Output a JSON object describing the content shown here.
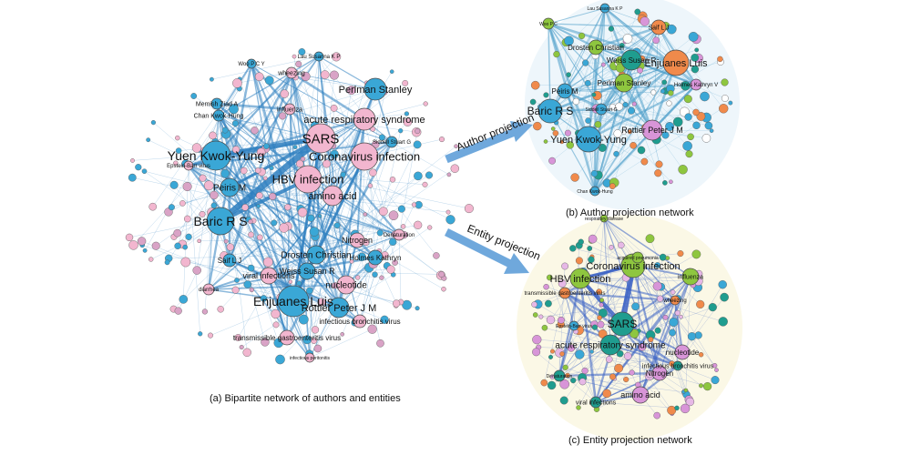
{
  "captions": {
    "a": "(a) Bipartite network of authors and entities",
    "b": "(b) Author projection network",
    "c": "(c) Entity projection network"
  },
  "arrows": {
    "author": "Author projection",
    "entity": "Entity projection"
  },
  "colors": {
    "author_node": "#3aa7d6",
    "entity_node": "#f2b6cf",
    "author_edge": "#2e7fbf",
    "entity_edge": "#3b62c4",
    "arrow": "#6fa8dc",
    "green_node": "#8ec63f",
    "orange_node": "#f08a4b",
    "teal_node": "#1f9d8f",
    "violet_node": "#d895d8",
    "bg_c": "#fbf8e6",
    "bg_b": "#eef6fb"
  },
  "panel_a": {
    "labels": [
      {
        "text": "SARS",
        "size": 15
      },
      {
        "text": "Coronavirus infection",
        "size": 13
      },
      {
        "text": "acute respiratory syndrome",
        "size": 11
      },
      {
        "text": "HBV infection",
        "size": 13
      },
      {
        "text": "amino acid",
        "size": 11
      },
      {
        "text": "Yuen Kwok-Yung",
        "size": 14
      },
      {
        "text": "Baric R S",
        "size": 14
      },
      {
        "text": "Peiris M",
        "size": 10
      },
      {
        "text": "Perlman Stanley",
        "size": 11
      },
      {
        "text": "Enjuanes Luis",
        "size": 14
      },
      {
        "text": "Rottier Peter J M",
        "size": 11
      },
      {
        "text": "Drosten Christian",
        "size": 10
      },
      {
        "text": "Weiss Susan R",
        "size": 9
      },
      {
        "text": "Holmes Kathryn",
        "size": 8
      },
      {
        "text": "viral infections",
        "size": 9
      },
      {
        "text": "nucleotide",
        "size": 10
      },
      {
        "text": "Nitrogen",
        "size": 9
      },
      {
        "text": "infectious bronchitis virus",
        "size": 8
      },
      {
        "text": "transmissible gastroenteritis virus",
        "size": 8
      },
      {
        "text": "Saif L J",
        "size": 8
      },
      {
        "text": "Chan Kwok-Hung",
        "size": 7
      },
      {
        "text": "Memish Ziad A",
        "size": 7
      },
      {
        "text": "wheezing",
        "size": 7
      },
      {
        "text": "Lau Susanna K P",
        "size": 6
      },
      {
        "text": "Woo P C Y",
        "size": 6
      },
      {
        "text": "influenza",
        "size": 7
      },
      {
        "text": "Siddell Stuart G",
        "size": 6
      },
      {
        "text": "Denaturation",
        "size": 6
      },
      {
        "text": "diarrhea",
        "size": 6
      },
      {
        "text": "Epstein-Barr virus",
        "size": 6
      },
      {
        "text": "infectious peritonitis",
        "size": 5
      }
    ]
  },
  "panel_b": {
    "labels": [
      {
        "text": "Enjuanes Luis",
        "size": 11
      },
      {
        "text": "Baric R S",
        "size": 12
      },
      {
        "text": "Yuen Kwok-Yung",
        "size": 11
      },
      {
        "text": "Rottier Peter J M",
        "size": 9
      },
      {
        "text": "Perlman Stanley",
        "size": 8
      },
      {
        "text": "Weiss Susan R",
        "size": 8
      },
      {
        "text": "Drosten Christian",
        "size": 8
      },
      {
        "text": "Peiris M",
        "size": 8
      },
      {
        "text": "Saif L J",
        "size": 7
      },
      {
        "text": "Holmes Kathryn V",
        "size": 6
      },
      {
        "text": "Chan Kwok-Hung",
        "size": 5
      },
      {
        "text": "Woo P C",
        "size": 5
      },
      {
        "text": "Lau Susanna K P",
        "size": 5
      },
      {
        "text": "Siddell Stuart G",
        "size": 5
      }
    ]
  },
  "panel_c": {
    "labels": [
      {
        "text": "Coronavirus infection",
        "size": 11
      },
      {
        "text": "HBV infection",
        "size": 11
      },
      {
        "text": "SARS",
        "size": 12
      },
      {
        "text": "acute respiratory syndrome",
        "size": 10
      },
      {
        "text": "nucleotide",
        "size": 8
      },
      {
        "text": "infectious bronchitis virus",
        "size": 7
      },
      {
        "text": "Nitrogen",
        "size": 8
      },
      {
        "text": "amino acid",
        "size": 9
      },
      {
        "text": "viral infections",
        "size": 7
      },
      {
        "text": "influenza",
        "size": 7
      },
      {
        "text": "wheezing",
        "size": 6
      },
      {
        "text": "transmissible gastroenteritis virus",
        "size": 6
      },
      {
        "text": "respiratory disease",
        "size": 5
      },
      {
        "text": "Denaturation",
        "size": 5
      },
      {
        "text": "Epstein-Barr virus",
        "size": 5
      },
      {
        "text": "acquired pneumonia",
        "size": 5
      }
    ]
  }
}
